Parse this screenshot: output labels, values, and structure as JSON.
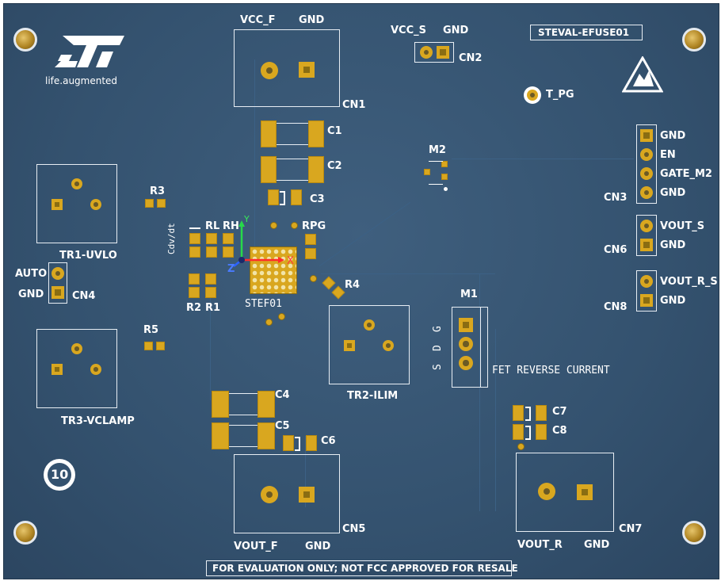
{
  "board_name": "STEVAL-EFUSE01",
  "logo": {
    "text": "ST",
    "tagline": "life.augmented"
  },
  "disclaimer": "FOR EVALUATION ONLY; NOT FCC APPROVED FOR RESALE",
  "connectors": {
    "cn1": {
      "ref": "CN1",
      "pin1": "VCC_F",
      "pin2": "GND"
    },
    "cn2": {
      "ref": "CN2",
      "pin1": "VCC_S",
      "pin2": "GND"
    },
    "cn3": {
      "ref": "CN3",
      "pins": [
        "GND",
        "EN",
        "GATE_M2",
        "GND"
      ]
    },
    "cn4": {
      "ref": "CN4",
      "pin1": "AUTO",
      "pin2": "GND"
    },
    "cn5": {
      "ref": "CN5",
      "pin1": "VOUT_F",
      "pin2": "GND"
    },
    "cn6": {
      "ref": "CN6",
      "pin1": "VOUT_S",
      "pin2": "GND"
    },
    "cn7": {
      "ref": "CN7",
      "pin1": "VOUT_R",
      "pin2": "GND"
    },
    "cn8": {
      "ref": "CN8",
      "pin1": "VOUT_R_S",
      "pin2": "GND"
    }
  },
  "testpoint": "T_PG",
  "trimmers": {
    "tr1": "TR1-UVLO",
    "tr2": "TR2-ILIM",
    "tr3": "TR3-VCLAMP"
  },
  "resistors": {
    "r1": "R1",
    "r2": "R2",
    "r3": "R3",
    "r4": "R4",
    "r5": "R5",
    "rl": "RL",
    "rh": "RH",
    "rpg": "RPG"
  },
  "capacitors": {
    "c1": "C1",
    "c2": "C2",
    "c3": "C3",
    "c4": "C4",
    "c5": "C5",
    "c6": "C6",
    "c7": "C7",
    "c8": "C8",
    "cdvdt": "Cdv/dt"
  },
  "ic": "STEF01",
  "mosfets": {
    "m1": {
      "ref": "M1",
      "pins": [
        "G",
        "D",
        "S"
      ],
      "label": "FET REVERSE CURRENT"
    },
    "m2": {
      "ref": "M2"
    }
  },
  "axes": {
    "x": "X",
    "y": "Y",
    "z": "Z"
  },
  "rohs_badge": "10",
  "colors": {
    "board": "#34526f",
    "copper": "#d9a71f",
    "silkscreen": "#ffffff"
  }
}
